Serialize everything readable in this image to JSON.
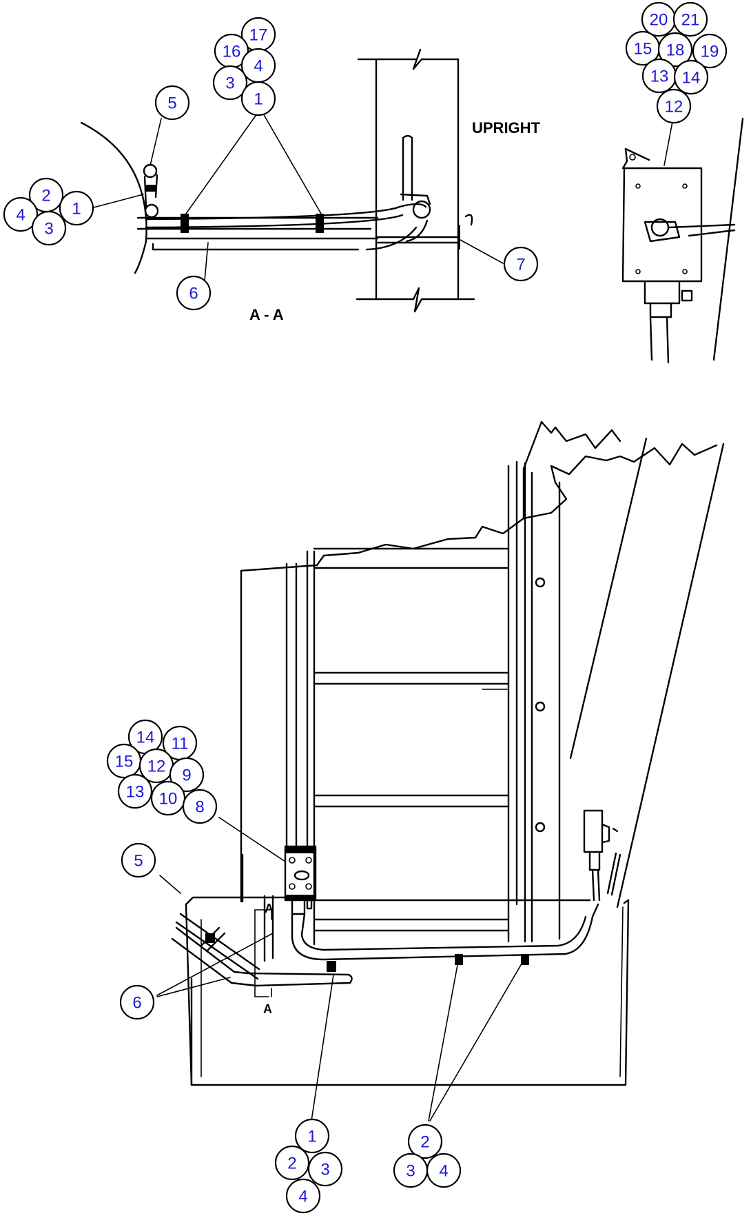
{
  "labels": {
    "upright": "UPRIGHT",
    "section_view": "A - A",
    "section_marker_top": "A",
    "section_marker_bottom": "A"
  },
  "colors": {
    "callout_text": "#1a1ad6",
    "line": "#000000",
    "background": "#ffffff"
  },
  "callout_groups": {
    "section_top_ref5": [
      "5"
    ],
    "section_left_group": [
      "2",
      "4",
      "1",
      "3"
    ],
    "section_top_group": [
      "17",
      "16",
      "4",
      "3",
      "1"
    ],
    "section_ref6": [
      "6"
    ],
    "section_ref7": [
      "7"
    ],
    "switch_group": [
      "20",
      "21",
      "15",
      "18",
      "19",
      "13",
      "14",
      "12"
    ],
    "main_group_block": [
      "14",
      "11",
      "15",
      "12",
      "9",
      "13",
      "10",
      "8"
    ],
    "main_ref5": [
      "5"
    ],
    "main_ref6": [
      "6"
    ],
    "bottom_left_group": [
      "1",
      "2",
      "3",
      "4"
    ],
    "bottom_right_group": [
      "2",
      "3",
      "4"
    ]
  }
}
